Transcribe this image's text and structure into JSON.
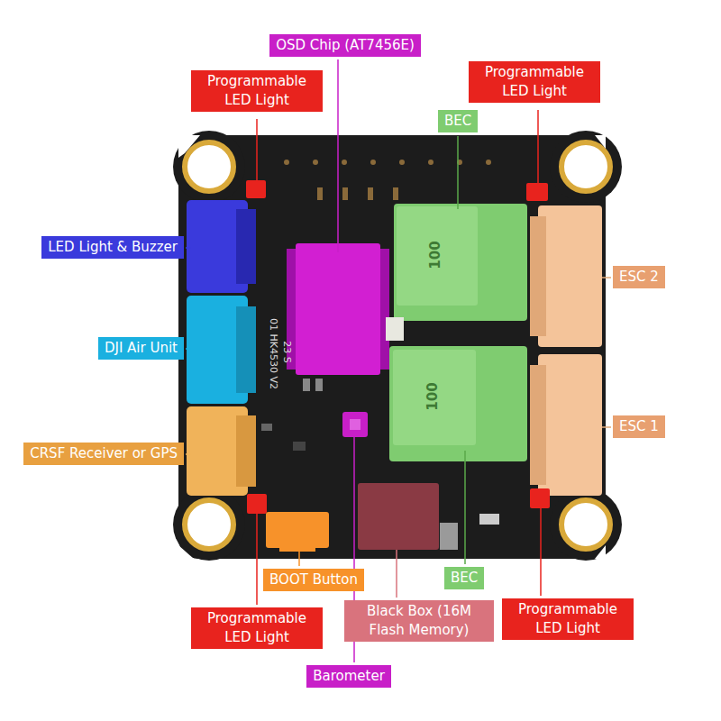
{
  "diagram": {
    "nodes": [
      {
        "text": [
          "OSD Chip (AT7456E)"
        ]
      },
      {
        "text": [
          "Programmable LED Light"
        ]
      },
      {
        "text": [
          "Programmable LED Light"
        ]
      },
      {
        "text": [
          "BEC"
        ]
      },
      {
        "text": [
          "LED Light & Buzzer"
        ]
      },
      {
        "text": [
          "ESC 2"
        ]
      },
      {
        "text": [
          "DJI Air Unit"
        ]
      },
      {
        "text": [
          "ESC 1"
        ]
      },
      {
        "text": [
          "CRSF Receiver or GPS"
        ]
      },
      {
        "text": [
          "BOOT Button"
        ]
      },
      {
        "text": [
          "BEC"
        ]
      },
      {
        "text": [
          "Programmable LED Light"
        ]
      },
      {
        "text": [
          "Black Box (16M Flash Memory)"
        ]
      },
      {
        "text": [
          "Programmable LED Light"
        ]
      },
      {
        "text": [
          "Barometer"
        ]
      }
    ],
    "labels": [
      "100",
      "100",
      "01 HK4530 V2",
      "23 S"
    ]
  }
}
